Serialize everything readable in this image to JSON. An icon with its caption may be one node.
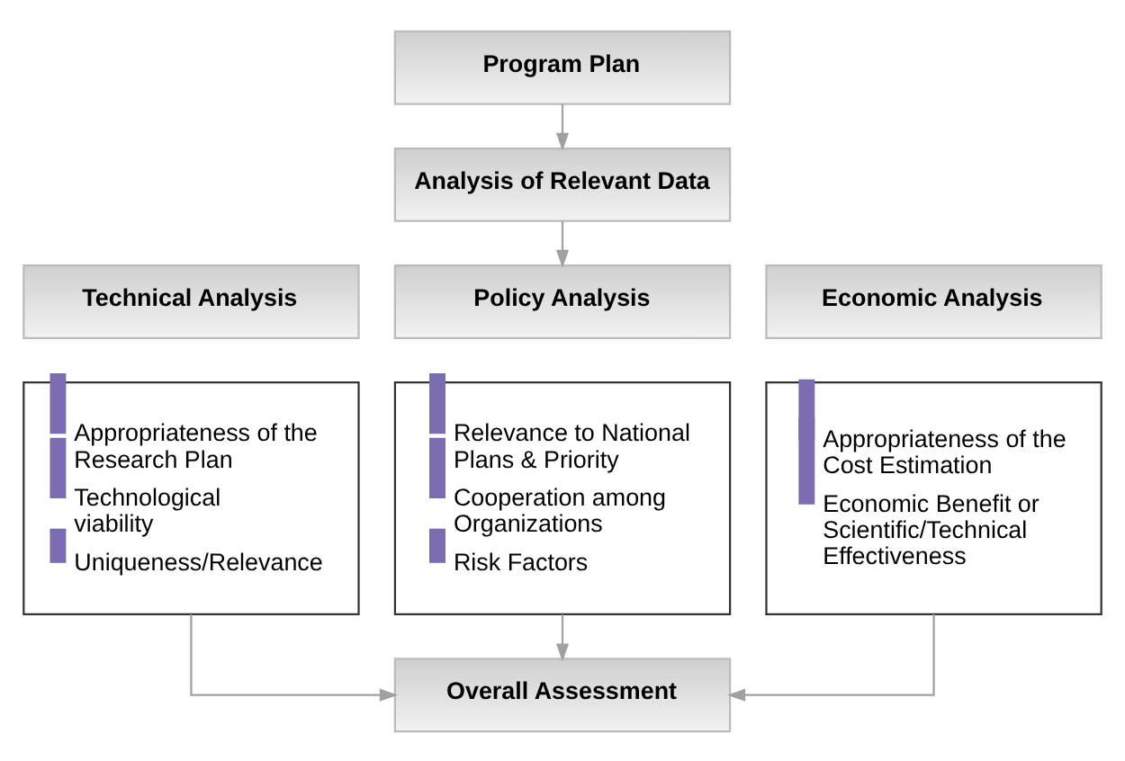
{
  "diagram": {
    "nodes": [
      {
        "text": [
          "Program Plan"
        ]
      },
      {
        "text": [
          "Analysis of Relevant Data"
        ]
      },
      {
        "text": [
          "Technical Analysis"
        ]
      },
      {
        "text": [
          "Policy Analysis"
        ]
      },
      {
        "text": [
          "Economic Analysis"
        ]
      },
      {
        "text": [
          "Appropriateness of the Research Plan",
          "Technological viability",
          "Uniqueness/Relevance"
        ]
      },
      {
        "text": [
          "Relevance to National Plans & Priority",
          "Cooperation among Organizations",
          "Risk Factors"
        ]
      },
      {
        "text": [
          "Appropriateness of the Cost Estimation",
          "Economic Benefit or Scientific/Technical Effectiveness"
        ]
      },
      {
        "text": [
          "Overall Assessment"
        ]
      }
    ],
    "edges": [
      {
        "from": 0,
        "to": 1,
        "arrow": "to"
      },
      {
        "from": 1,
        "to": 3,
        "arrow": "to"
      },
      {
        "from": 5,
        "to": 8,
        "arrow": "to"
      },
      {
        "from": 6,
        "to": 8,
        "arrow": "to"
      },
      {
        "from": 7,
        "to": 8,
        "arrow": "to"
      }
    ]
  }
}
